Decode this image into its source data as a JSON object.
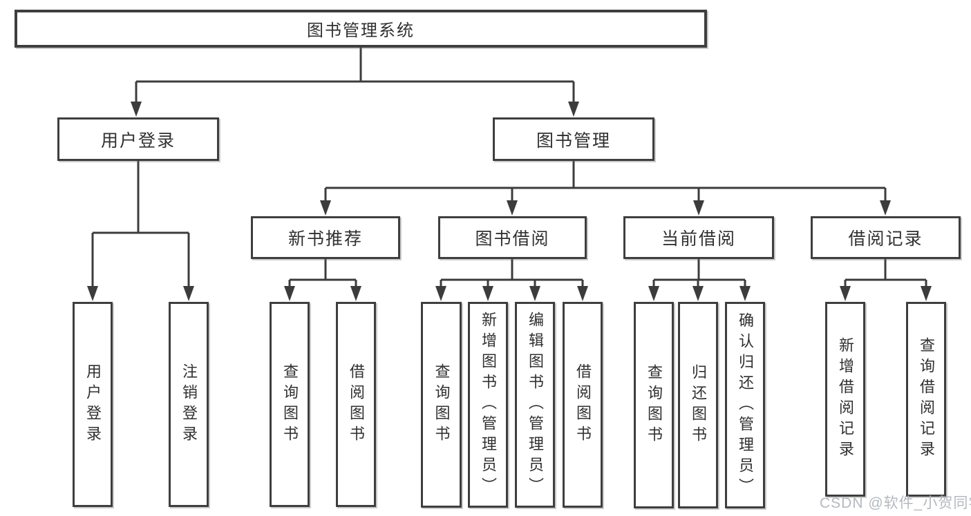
{
  "diagram": {
    "root": "图书管理系统",
    "level1": {
      "user_login": "用户登录",
      "book_management": "图书管理"
    },
    "level2": {
      "new_book_recommendation": "新书推荐",
      "book_borrowing": "图书借阅",
      "current_borrowing": "当前借阅",
      "borrowing_records": "借阅记录"
    },
    "leaves": {
      "user_login": [
        "用户登录",
        "注销登录"
      ],
      "new_book_recommendation": [
        "查询图书",
        "借阅图书"
      ],
      "book_borrowing": [
        "查询图书",
        "新增图书（管理员）",
        "编辑图书（管理员）",
        "借阅图书"
      ],
      "current_borrowing": [
        "查询图书",
        "归还图书",
        "确认归还（管理员）"
      ],
      "borrowing_records": [
        "新增借阅记录",
        "查询借阅记录"
      ]
    }
  },
  "colors": {
    "line": "#3c3c3c",
    "text": "#303030",
    "background": "#ffffff",
    "watermark": "#b4b8bf"
  },
  "watermark": "CSDN @软件_小贺同学"
}
